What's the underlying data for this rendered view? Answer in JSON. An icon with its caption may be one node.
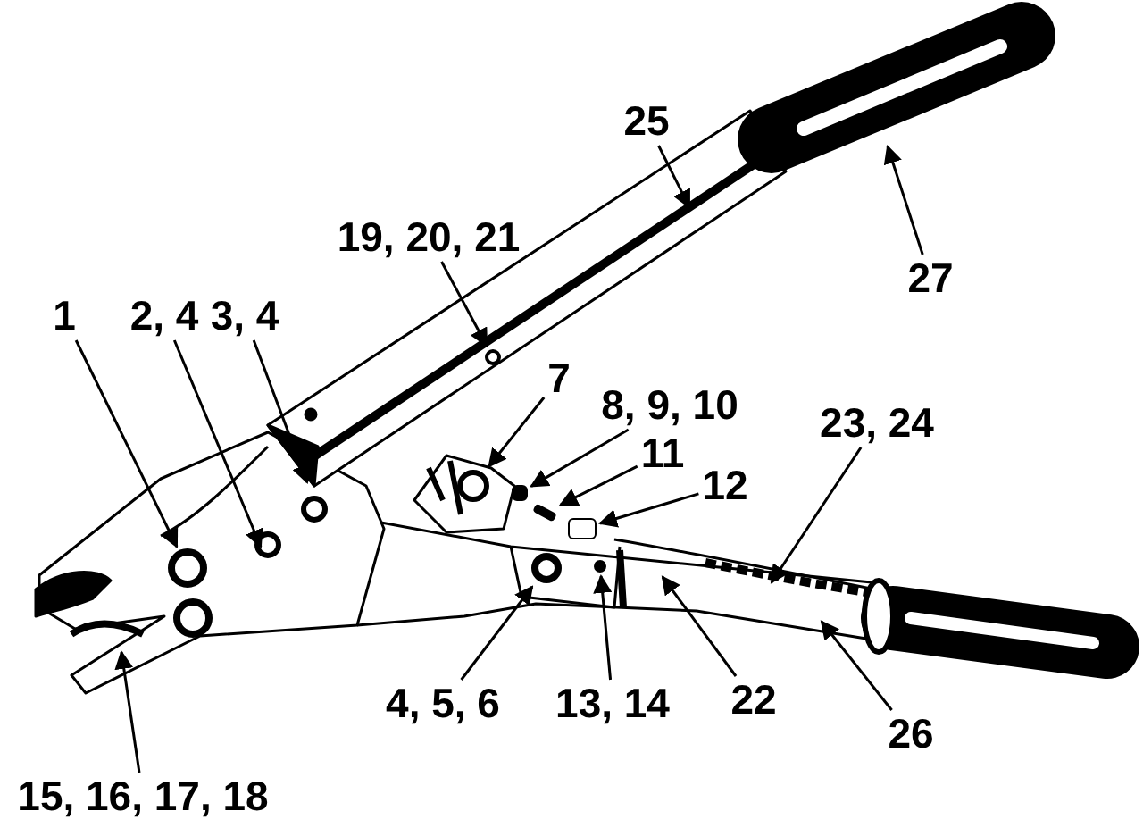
{
  "diagram": {
    "nodes": [
      {
        "text": [
          "25"
        ]
      },
      {
        "text": [
          "19, 20, 21"
        ]
      },
      {
        "text": [
          "27"
        ]
      },
      {
        "text": [
          "1"
        ]
      },
      {
        "text": [
          "2, 4"
        ]
      },
      {
        "text": [
          "3, 4"
        ]
      },
      {
        "text": [
          "7"
        ]
      },
      {
        "text": [
          "8, 9, 10"
        ]
      },
      {
        "text": [
          "23, 24"
        ]
      },
      {
        "text": [
          "11"
        ]
      },
      {
        "text": [
          "12"
        ]
      },
      {
        "text": [
          "4, 5, 6"
        ]
      },
      {
        "text": [
          "13, 14"
        ]
      },
      {
        "text": [
          "22"
        ]
      },
      {
        "text": [
          "26"
        ]
      },
      {
        "text": [
          "15, 16, 17, 18"
        ]
      },
      {
        "text": [],
        "shape": "circle"
      },
      {
        "text": [],
        "shape": "box"
      },
      {
        "text": [],
        "shape": "circle"
      },
      {
        "text": [],
        "shape": "circle"
      },
      {
        "text": [],
        "shape": "bar"
      },
      {
        "text": [],
        "shape": "circle"
      },
      {
        "text": [],
        "shape": "box"
      }
    ],
    "edges": [
      {
        "from": 0,
        "to": null,
        "arrow": "to"
      },
      {
        "from": 1,
        "to": 16,
        "arrow": "to"
      },
      {
        "from": 2,
        "to": null,
        "arrow": "to"
      },
      {
        "from": 3,
        "to": null,
        "arrow": "to"
      },
      {
        "from": 4,
        "to": null,
        "arrow": "to"
      },
      {
        "from": 5,
        "to": null,
        "arrow": "to"
      },
      {
        "from": 6,
        "to": 21,
        "arrow": "to"
      },
      {
        "from": 7,
        "to": 22,
        "arrow": "to"
      },
      {
        "from": 8,
        "to": null,
        "arrow": "to"
      },
      {
        "from": 9,
        "to": 20,
        "arrow": "to"
      },
      {
        "from": 10,
        "to": 17,
        "arrow": "to"
      },
      {
        "from": 11,
        "to": 18,
        "arrow": "to"
      },
      {
        "from": 12,
        "to": 19,
        "arrow": "to"
      },
      {
        "from": 13,
        "to": null,
        "arrow": "to"
      },
      {
        "from": 14,
        "to": null,
        "arrow": "to"
      },
      {
        "from": 15,
        "to": null,
        "arrow": "to"
      }
    ]
  }
}
